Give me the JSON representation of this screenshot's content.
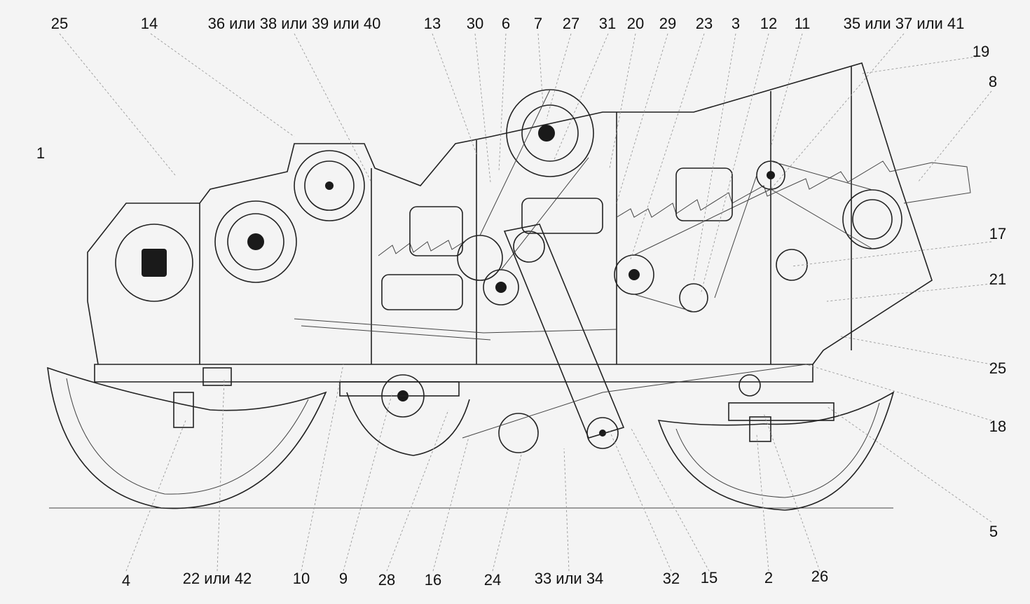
{
  "labels": {
    "l25a": "25",
    "l14": "14",
    "l36": "36 или 38 или 39 или 40",
    "l13": "13",
    "l30": "30",
    "l6": "6",
    "l7": "7",
    "l27": "27",
    "l31": "31",
    "l20": "20",
    "l29": "29",
    "l23": "23",
    "l3": "3",
    "l12": "12",
    "l11": "11",
    "l35": "35 или 37 или 41",
    "l19": "19",
    "l8": "8",
    "l1": "1",
    "l17": "17",
    "l21": "21",
    "l25b": "25",
    "l18": "18",
    "l5": "5",
    "l4": "4",
    "l22": "22 или 42",
    "l10": "10",
    "l9": "9",
    "l28": "28",
    "l16": "16",
    "l24": "24",
    "l33": "33 или 34",
    "l32": "32",
    "l15": "15",
    "l2": "2",
    "l26": "26"
  }
}
